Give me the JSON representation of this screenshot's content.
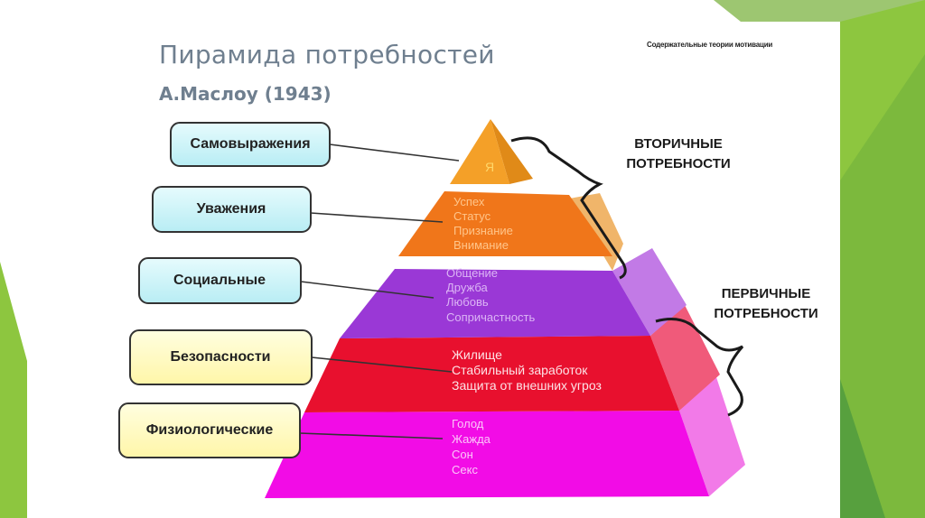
{
  "slide": {
    "title": "Пирамида потребностей",
    "subtitle": "А.Маслоу (1943)",
    "header_note": "Содержательные теории мотивации"
  },
  "colors": {
    "green_light": "#8dc63f",
    "green_mid": "#7cb342",
    "green_dark": "#3f8f3f",
    "box_cyan": "#cdf3f7",
    "box_yellow": "#fffcc2",
    "text_gray": "#6f7f8f"
  },
  "levels": [
    {
      "label": "Самовыражения",
      "items": [
        "Я"
      ],
      "front_color": "#f4a028",
      "side_color": "#e08a18",
      "box_color": "#cdf3f7"
    },
    {
      "label": "Уважения",
      "items": [
        "Успех",
        "Статус",
        "Признание",
        "Внимание"
      ],
      "front_color": "#f0761a",
      "side_color": "#f0b56a",
      "box_color": "#cdf3f7"
    },
    {
      "label": "Социальные",
      "items": [
        "Общение",
        "Дружба",
        "Любовь",
        "Сопричастность"
      ],
      "front_color": "#9a38d6",
      "side_color": "#c27ae6",
      "box_color": "#cdf3f7"
    },
    {
      "label": "Безопасности",
      "items": [
        "Жилище",
        "Стабильный заработок",
        "Защита от внешних угроз"
      ],
      "front_color": "#e8102e",
      "side_color": "#f05a7a",
      "box_color": "#fffcc2"
    },
    {
      "label": "Физиологические",
      "items": [
        "Голод",
        "Жажда",
        "Сон",
        "Секс"
      ],
      "front_color": "#f20ce6",
      "side_color": "#f27ae8",
      "box_color": "#fffcc2"
    }
  ],
  "groups": {
    "secondary": {
      "line1": "ВТОРИЧНЫЕ",
      "line2": "ПОТРЕБНОСТИ"
    },
    "primary": {
      "line1": "ПЕРВИЧНЫЕ",
      "line2": "ПОТРЕБНОСТИ"
    }
  }
}
